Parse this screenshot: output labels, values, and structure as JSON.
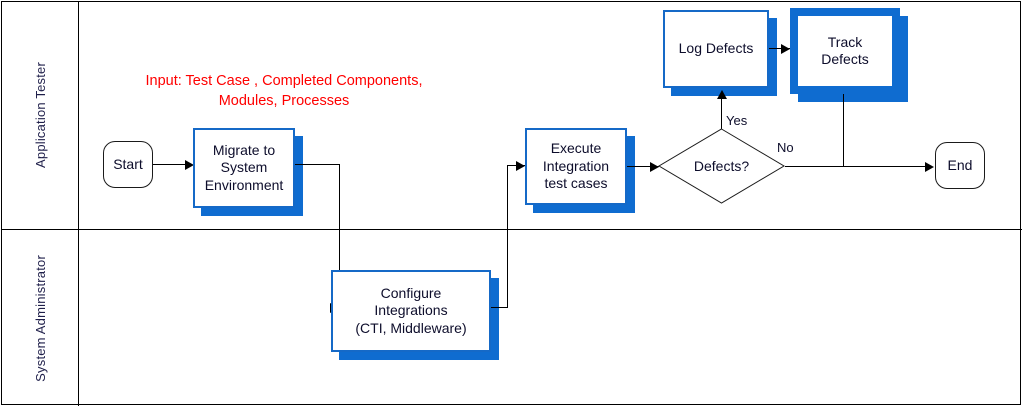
{
  "diagram": {
    "type": "swimlane-flowchart",
    "accent_color": "#0F6CD0",
    "annotation_color": "#FF0000",
    "lane_label_color": "#1F1F4A"
  },
  "lanes": [
    {
      "id": "application-tester",
      "label": "Application Tester"
    },
    {
      "id": "system-administrator",
      "label": "System Administrator"
    }
  ],
  "annotation": {
    "text": "Input: Test Case , Completed Components,\nModules, Processes"
  },
  "nodes": {
    "start": {
      "label": "Start",
      "shape": "terminator"
    },
    "migrate": {
      "label": "Migrate to\nSystem\nEnvironment",
      "shape": "process"
    },
    "configure": {
      "label": "Configure\nIntegrations\n(CTI, Middleware)",
      "shape": "process"
    },
    "execute": {
      "label": "Execute\nIntegration\ntest cases",
      "shape": "process"
    },
    "defects": {
      "label": "Defects?",
      "shape": "decision"
    },
    "log_defects": {
      "label": "Log Defects",
      "shape": "process"
    },
    "track_defects": {
      "label": "Track\nDefects",
      "shape": "process-selected"
    },
    "end": {
      "label": "End",
      "shape": "terminator"
    }
  },
  "edges": [
    {
      "id": "start-to-migrate",
      "label": ""
    },
    {
      "id": "migrate-to-configure",
      "label": ""
    },
    {
      "id": "configure-to-execute",
      "label": ""
    },
    {
      "id": "execute-to-defects",
      "label": ""
    },
    {
      "id": "defects-to-log",
      "label": "Yes"
    },
    {
      "id": "defects-to-end",
      "label": "No"
    },
    {
      "id": "log-to-track",
      "label": ""
    },
    {
      "id": "track-to-end",
      "label": ""
    }
  ]
}
